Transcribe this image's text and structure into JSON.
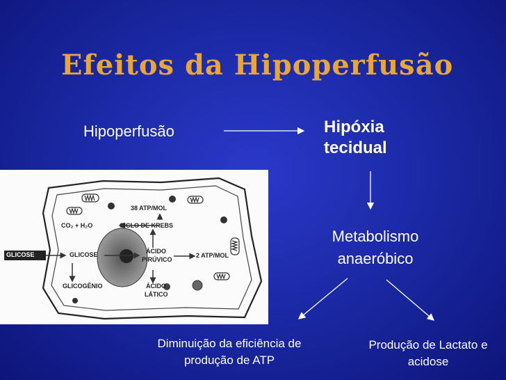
{
  "slide": {
    "title": "Efeitos da Hipoperfusão",
    "hipoperfusao": "Hipoperfusão",
    "hipoxia_line1": "Hipóxia",
    "hipoxia_line2": "tecidual",
    "metabolismo_line1": "Metabolismo",
    "metabolismo_line2": "anaeróbico",
    "diminuicao_line1": "Diminuição da eficiência de",
    "diminuicao_line2": "produção de ATP",
    "producao_line1": "Produção de Lactato e",
    "producao_line2": "acidose"
  },
  "cell_diagram": {
    "atp_krebs": "38 ATP/MOL",
    "co2_h2o": "CO₂ + H₂O",
    "ciclo_krebs": "CICLO DE KREBS",
    "glicose_external": "GLICOSE",
    "glicose": "GLICOSE",
    "acido": "ÁCIDO",
    "piruvico": "PIRÚVICO",
    "atp_glycolysis": "2 ATP/MOL",
    "glicogenio": "GLICOGÊNIO",
    "acido2": "ÁCIDO",
    "latico": "LÁTICO"
  },
  "colors": {
    "title": "#e8a63a",
    "text": "#ffffff",
    "background": "#1c2aa8"
  }
}
